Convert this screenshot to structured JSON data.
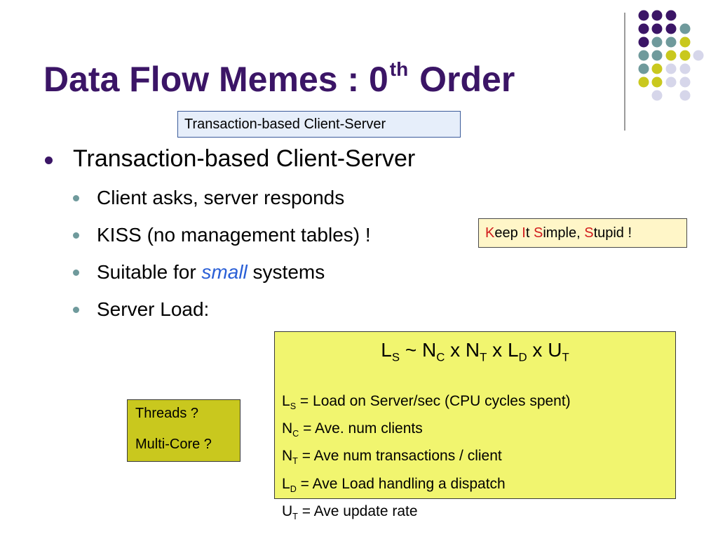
{
  "slide": {
    "title_main": "Data Flow Memes : 0",
    "title_sup": "th",
    "title_end": "Order",
    "callout_transaction": "Transaction-based Client-Server",
    "bullet_main": "Transaction-based Client-Server",
    "sub_bullets": {
      "b1": "Client asks, server responds",
      "b2": "KISS  (no management tables) !",
      "b3_pre": "Suitable for ",
      "b3_em": "small",
      "b3_post": " systems",
      "b4": "Server Load:"
    },
    "kiss": {
      "k": "K",
      "eep": "eep ",
      "i": "I",
      "t": "t ",
      "s": "S",
      "imple": "imple, ",
      "s2": "S",
      "tupid": "tupid !"
    },
    "threads_box": {
      "line1": "Threads ?",
      "line2": "Multi-Core ?"
    },
    "formula": {
      "ls_L": "L",
      "ls_S": "S",
      "tilde": " ~ ",
      "nc_N": "N",
      "nc_C": "C",
      "x1": " x ",
      "nt_N": "N",
      "nt_T": "T",
      "x2": " x ",
      "ld_L": "L",
      "ld_D": "D",
      "x3": " x ",
      "ut_U": "U",
      "ut_T": "T",
      "defs": [
        {
          "main": "L",
          "sub": "S",
          "text": " = Load on Server/sec (CPU cycles spent)"
        },
        {
          "main": "N",
          "sub": "C",
          "text": " = Ave. num clients"
        },
        {
          "main": "N",
          "sub": "T",
          "text": " = Ave num transactions / client"
        },
        {
          "main": "L",
          "sub": "D",
          "text": " = Ave Load handling a dispatch"
        },
        {
          "main": "U",
          "sub": "T",
          "text": " = Ave update rate"
        }
      ]
    }
  },
  "colors": {
    "title": "#3b1566",
    "purple_dot": "#3b1566",
    "teal_dot": "#6f9a9c",
    "yellow_dot": "#c9c81e",
    "lavender_dot": "#d6d6ea",
    "formula_bg": "#f1f56f",
    "threads_bg": "#c9c81e",
    "kiss_bg": "#fff6c8",
    "transaction_bg": "#e6eefa"
  }
}
